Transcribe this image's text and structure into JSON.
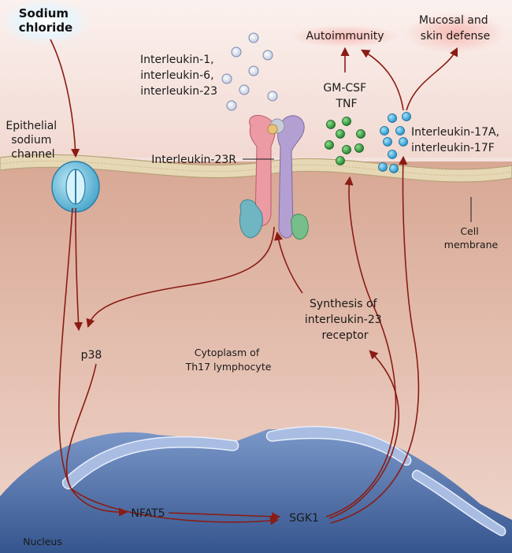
{
  "labels": {
    "sodium_chloride": [
      "Sodium",
      "chloride"
    ],
    "epithelial_channel": [
      "Epithelial",
      "sodium",
      "channel"
    ],
    "interleukins_in": [
      "Interleukin-1,",
      "interleukin-6,",
      "interleukin-23"
    ],
    "receptor": "Interleukin-23R",
    "autoimmunity": "Autoimmunity",
    "mucosal": [
      "Mucosal and",
      "skin defense"
    ],
    "gmcsf": [
      "GM-CSF",
      "TNF"
    ],
    "il17": [
      "Interleukin-17A,",
      "interleukin-17F"
    ],
    "cell_membrane": [
      "Cell",
      "membrane"
    ],
    "synthesis": [
      "Synthesis of",
      "interleukin-23",
      "receptor"
    ],
    "p38": "p38",
    "cytoplasm": [
      "Cytoplasm of",
      "Th17 lymphocyte"
    ],
    "nfat5": "NFAT5",
    "sgk1": "SGK1",
    "nucleus": "Nucleus"
  },
  "colors": {
    "arrow": "#8a1c14",
    "membrane": "#d9c9a4",
    "extracellular": "#f4e2de",
    "cytoplasm": "#e8bfae",
    "nucleus": "#4f6fa6",
    "channel": "#6fc2e0",
    "gmcsf_dots": "#2f9e3a",
    "il17_dots": "#3aaee0",
    "receptor_pink": "#e58a95",
    "receptor_purple": "#a990c9",
    "receptor_teal": "#6fb6b8",
    "receptor_green": "#6fb38a"
  }
}
